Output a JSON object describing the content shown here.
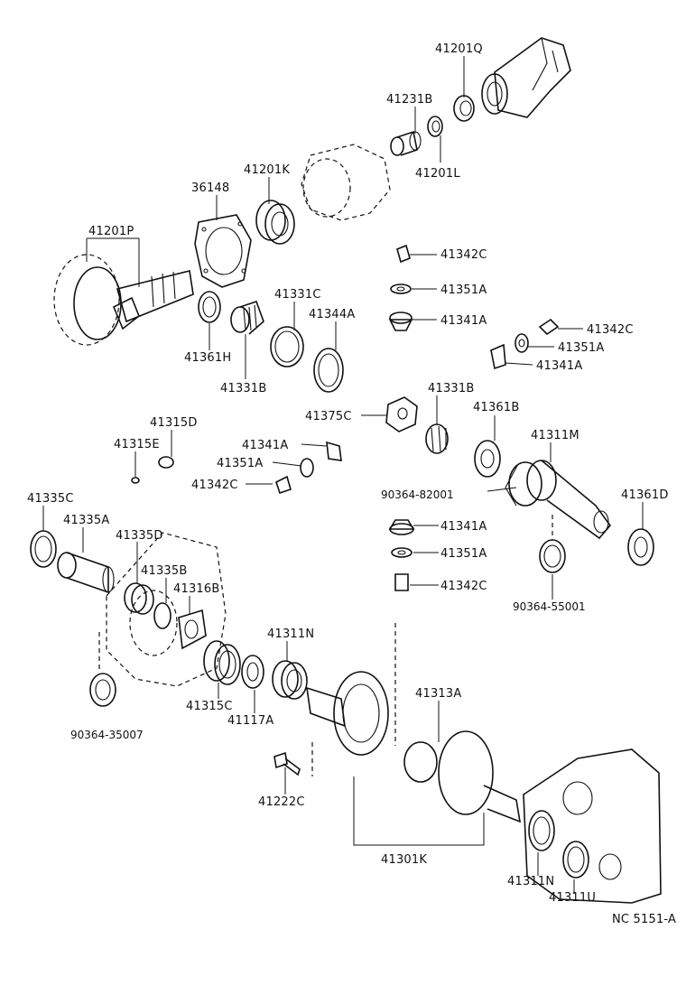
{
  "labels": {
    "p41201Q": "41201Q",
    "p41231B": "41231B",
    "p41201L": "41201L",
    "p41201K": "41201K",
    "p36148": "36148",
    "p41201P": "41201P",
    "p41342C_a": "41342C",
    "p41351A_a": "41351A",
    "p41341A_a": "41341A",
    "p41342C_b": "41342C",
    "p41351A_b": "41351A",
    "p41341A_b": "41341A",
    "p41331C": "41331C",
    "p41344A": "41344A",
    "p41361H": "41361H",
    "p41331B_a": "41331B",
    "p41375C": "41375C",
    "p41331B_b": "41331B",
    "p41361B": "41361B",
    "p41311M": "41311M",
    "p41315D": "41315D",
    "p41315E": "41315E",
    "p41341A_c": "41341A",
    "p41351A_c": "41351A",
    "p41342C_c": "41342C",
    "p90364_82001": "90364-82001",
    "p41361D": "41361D",
    "p41335C": "41335C",
    "p41335A": "41335A",
    "p41335D": "41335D",
    "p41335B": "41335B",
    "p41316B": "41316B",
    "p41341A_d": "41341A",
    "p41351A_d": "41351A",
    "p41342C_d": "41342C",
    "p90364_55001": "90364-55001",
    "p41311N_a": "41311N",
    "p41315C": "41315C",
    "p41117A": "41117A",
    "p41313A": "41313A",
    "p90364_35007": "90364-35007",
    "p41222C": "41222C",
    "p41301K": "41301K",
    "p41311N_b": "41311N",
    "p41311U": "41311U",
    "ref": "NC 5151-A"
  }
}
